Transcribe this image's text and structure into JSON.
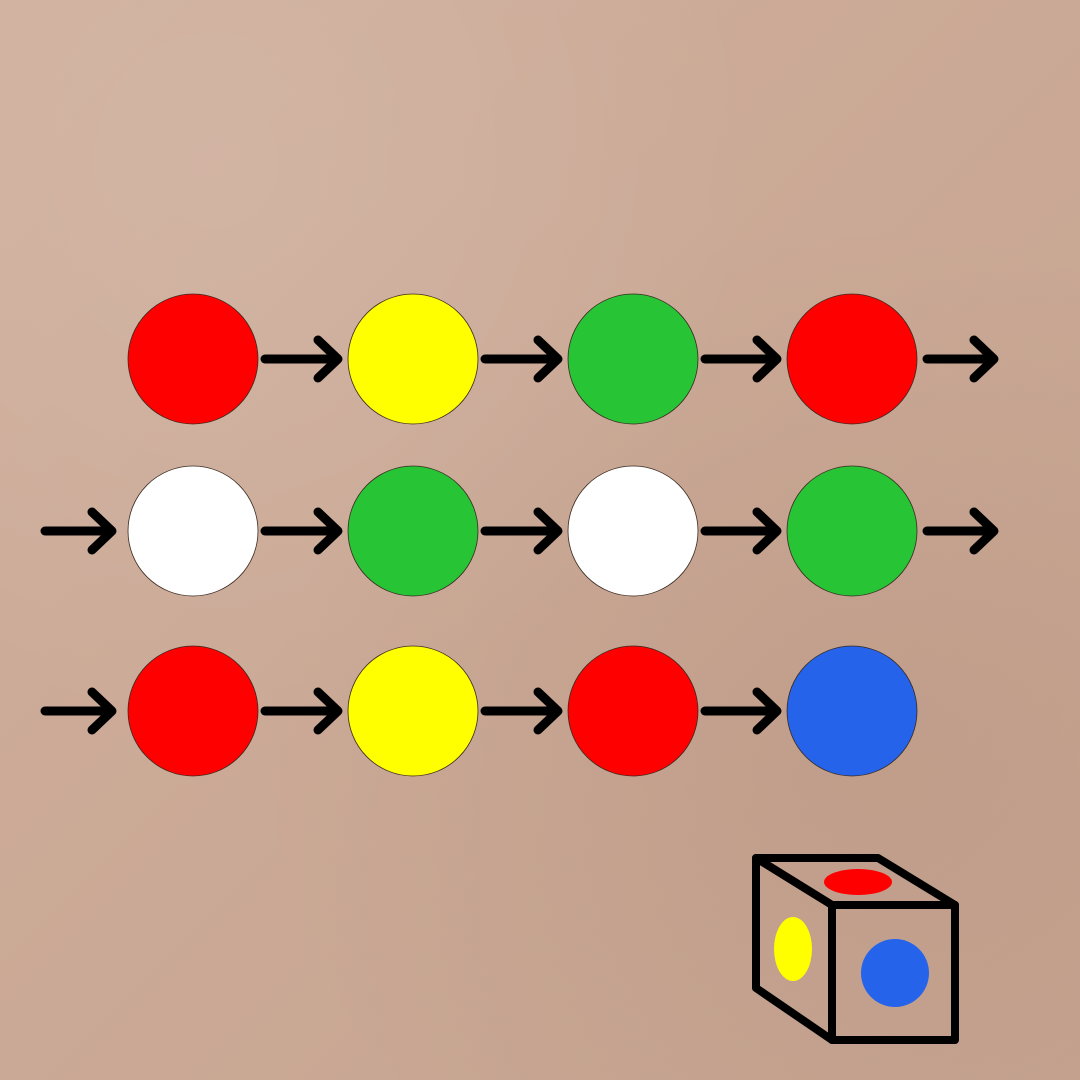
{
  "puzzle": {
    "rows": [
      {
        "lead_in_arrow": false,
        "trailing_arrow": true,
        "beads": [
          {
            "color_name": "red",
            "color": "#ff0000"
          },
          {
            "color_name": "yellow",
            "color": "#ffff00"
          },
          {
            "color_name": "green",
            "color": "#27c435"
          },
          {
            "color_name": "red",
            "color": "#ff0000"
          }
        ]
      },
      {
        "lead_in_arrow": true,
        "trailing_arrow": true,
        "beads": [
          {
            "color_name": "white",
            "color": "#ffffff"
          },
          {
            "color_name": "green",
            "color": "#27c435"
          },
          {
            "color_name": "white",
            "color": "#ffffff"
          },
          {
            "color_name": "green",
            "color": "#27c435"
          }
        ]
      },
      {
        "lead_in_arrow": true,
        "trailing_arrow": false,
        "beads": [
          {
            "color_name": "red",
            "color": "#ff0000"
          },
          {
            "color_name": "yellow",
            "color": "#ffff00"
          },
          {
            "color_name": "red",
            "color": "#ff0000"
          },
          {
            "color_name": "blue",
            "color": "#2563eb"
          }
        ]
      }
    ],
    "arrow_icon": "right-arrow-icon",
    "dice": {
      "icon": "color-dice-icon",
      "faces": {
        "top": {
          "color_name": "red",
          "color": "#ff0000"
        },
        "left": {
          "color_name": "yellow",
          "color": "#ffff00"
        },
        "front": {
          "color_name": "blue",
          "color": "#2563eb"
        }
      }
    }
  },
  "colors": {
    "paper_background": "#cdaa96",
    "ink": "#000000"
  }
}
